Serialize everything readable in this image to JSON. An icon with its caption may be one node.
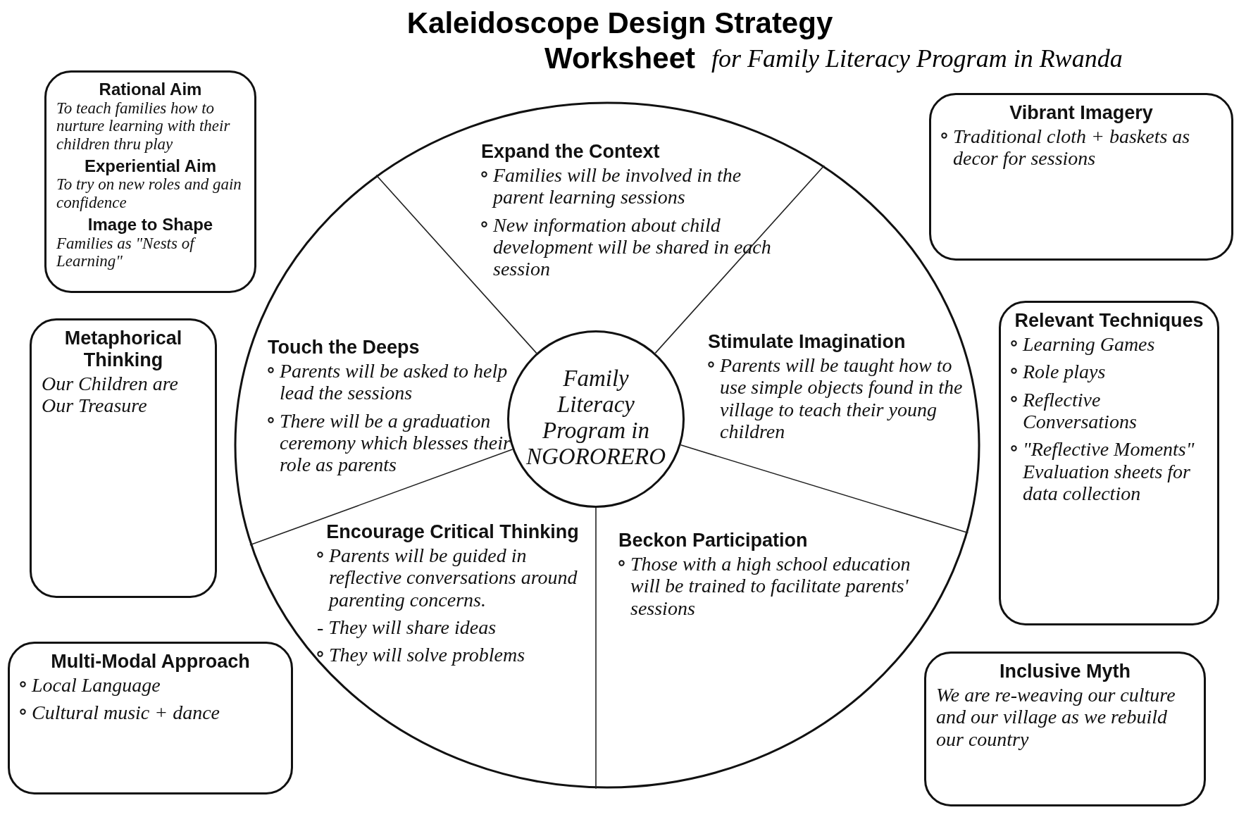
{
  "diagram": {
    "title": "Kaleidoscope Design Strategy Worksheet",
    "nodes": [
      {
        "text": [
          "Rational Aim",
          "To teach families how to nurture learning with their children thru play",
          "Experiential Aim",
          "To try on new roles and gain confidence",
          "Image to Shape",
          "Families as \"Nests of Learning\""
        ]
      },
      {
        "text": [
          "Vibrant Imagery",
          "Traditional cloth + baskets as decor for sessions"
        ]
      },
      {
        "text": [],
        "shape": "circle"
      },
      {
        "text": [
          "Expand the Context",
          "Families will be involved in the parent learning sessions",
          "New information about child development will be shared in each session"
        ],
        "in": 2
      },
      {
        "text": [
          "Touch the Deeps",
          "Parents will be asked to help lead the sessions",
          "There will be a graduation ceremony which blesses their role as parents"
        ],
        "in": 2
      },
      {
        "text": [
          "Family Literacy Program in NGORORERO"
        ],
        "in": 2
      },
      {
        "text": [
          "Stimulate Imagination",
          "Parents will be taught how to use simple objects found in the village to teach their young children"
        ],
        "in": 2
      },
      {
        "text": [
          "Metaphorical Thinking",
          "Our Children are Our Treasure"
        ]
      },
      {
        "text": [
          "Relevant Techniques",
          "Learning Games",
          "Role plays",
          "Reflective Conversations",
          "\"Reflective Moments\" Evaluation sheets for data collection"
        ]
      },
      {
        "text": [
          "Encourage Critical Thinking",
          "Parents will be guided in reflective conversations around parenting concerns.",
          "- They will share ideas",
          "They will solve problems"
        ],
        "in": 2
      },
      {
        "text": [
          "Beckon Participation",
          "Those with a high school education will be trained to facilitate parents' sessions"
        ],
        "in": 2
      },
      {
        "text": [
          "Multi-Modal Approach",
          "Local Language",
          "Cultural music + dance"
        ]
      },
      {
        "text": [
          "Inclusive Myth",
          "We are re-weaving our culture and our village as we rebuild our country"
        ]
      }
    ],
    "edges": [],
    "labels": [
      "for Family Literacy Program in Rwanda"
    ]
  }
}
